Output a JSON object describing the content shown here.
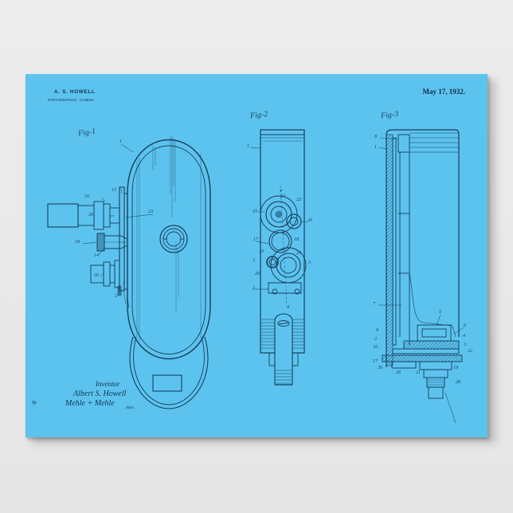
{
  "poster": {
    "background_color": "#5cc3ee",
    "ink_color": "#173e5c",
    "page_background": "#e8e8e8"
  },
  "header": {
    "inventor_name": "A. S. HOWELL",
    "invention_title": "PHOTOGRAPHIC CAMERA",
    "date": "May 17, 1932."
  },
  "figures": [
    {
      "label": "Fig-1",
      "refs": [
        "1",
        "13",
        "20",
        "26",
        "23",
        "18",
        "14",
        "20",
        "3",
        "2"
      ]
    },
    {
      "label": "Fig-2",
      "refs": [
        "1",
        "4",
        "24",
        "23",
        "19",
        "26",
        "17",
        "18",
        "10",
        "20",
        "3",
        "3",
        "26",
        "2",
        "4"
      ]
    },
    {
      "label": "Fig-3",
      "refs": [
        "8",
        "1",
        "7",
        "5",
        "6",
        "9",
        "2",
        "10",
        "4",
        "3",
        "22",
        "17",
        "26",
        "26",
        "21",
        "19",
        "28"
      ]
    }
  ],
  "signature": {
    "line1": "Inventor",
    "line2": "Albert S. Howell",
    "prefix": "By",
    "line3": "Mehle + Mehle",
    "suffix": "Attys."
  }
}
